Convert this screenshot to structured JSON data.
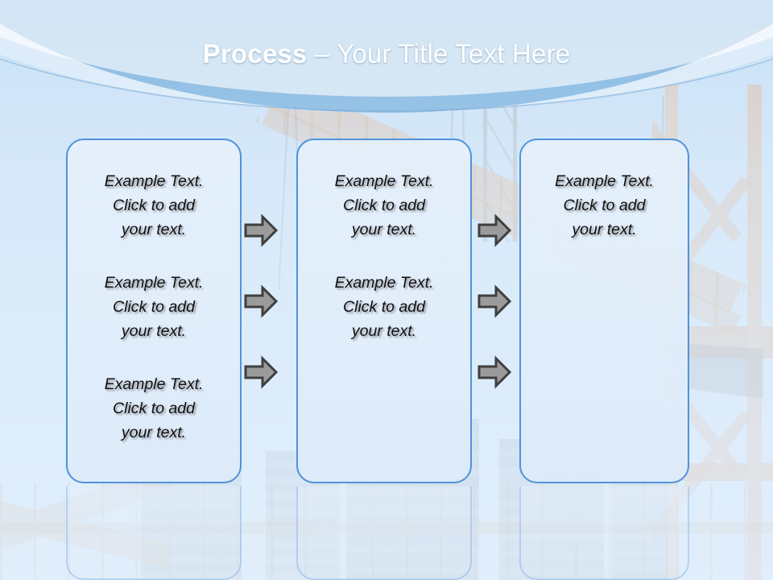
{
  "slide": {
    "title": {
      "strong": "Process",
      "rest": " – Your Title Text Here"
    },
    "accent_color": "#3a86c6",
    "box_border_color": "#4f93d9",
    "box_fill_color": "#e3eefb",
    "arrow_fill_color": "#9b9b9b",
    "arrow_outline_color": "#3f3f3f",
    "text_color": "#111111"
  },
  "columns": [
    {
      "name": "column-1",
      "blocks": [
        {
          "line1": "Example Text.",
          "line2": "Click  to add",
          "line3": "your text."
        },
        {
          "line1": "Example Text.",
          "line2": "Click  to add",
          "line3": "your text."
        },
        {
          "line1": "Example Text.",
          "line2": "Click  to add",
          "line3": "your text."
        }
      ]
    },
    {
      "name": "column-2",
      "blocks": [
        {
          "line1": "Example Text.",
          "line2": "Click  to add",
          "line3": "your text."
        },
        {
          "line1": "Example Text.",
          "line2": "Click  to add",
          "line3": "your text."
        }
      ]
    },
    {
      "name": "column-3",
      "blocks": [
        {
          "line1": "Example Text.",
          "line2": "Click  to add",
          "line3": "your text."
        }
      ]
    }
  ],
  "arrows": {
    "gap_1": [
      "arrow-right-icon",
      "arrow-right-icon",
      "arrow-right-icon"
    ],
    "gap_2": [
      "arrow-right-icon",
      "arrow-right-icon",
      "arrow-right-icon"
    ]
  }
}
